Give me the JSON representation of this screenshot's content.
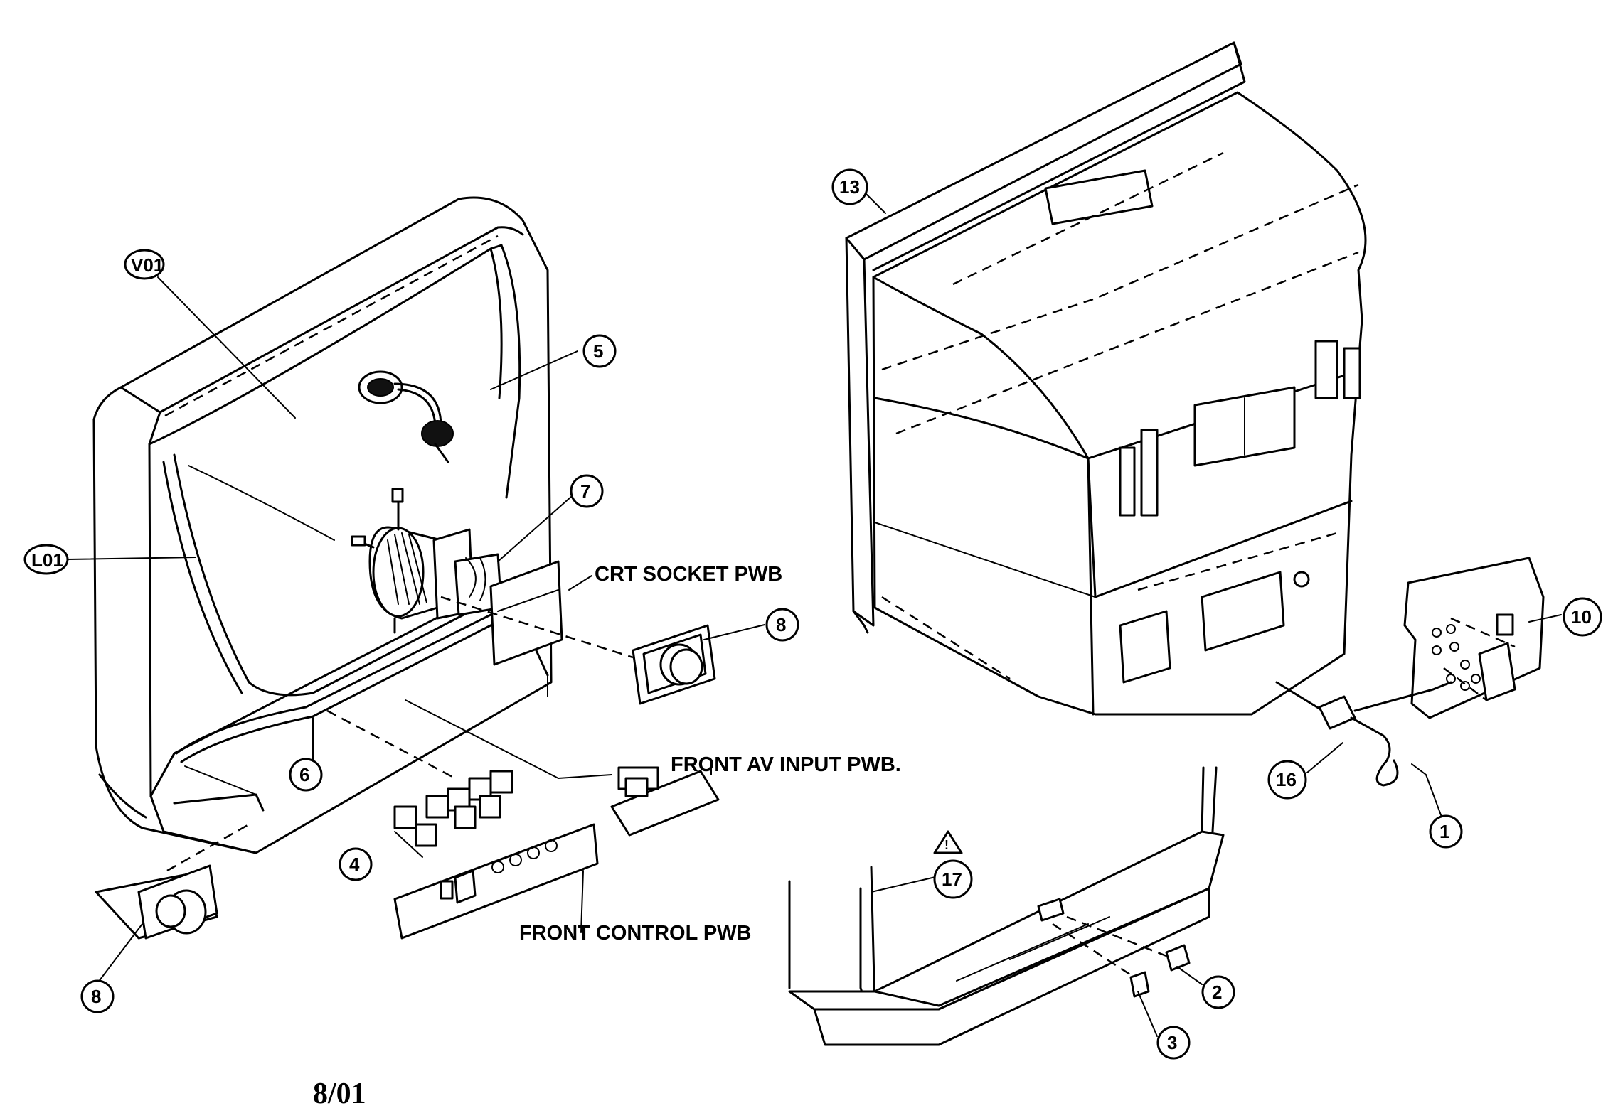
{
  "callouts": {
    "v01": "V01",
    "l01": "L01",
    "n5": "5",
    "n7": "7",
    "n8_right": "8",
    "n6": "6",
    "n4": "4",
    "n8_left": "8",
    "n13": "13",
    "n10": "10",
    "n16": "16",
    "n1": "1",
    "n17": "17",
    "n2": "2",
    "n3": "3"
  },
  "labels": {
    "crt_socket": "CRT SOCKET PWB",
    "front_av": "FRONT AV INPUT PWB.",
    "front_control": "FRONT CONTROL PWB"
  },
  "footer": {
    "date": "8/01"
  },
  "icons": {
    "warning": "warning-triangle-icon"
  }
}
